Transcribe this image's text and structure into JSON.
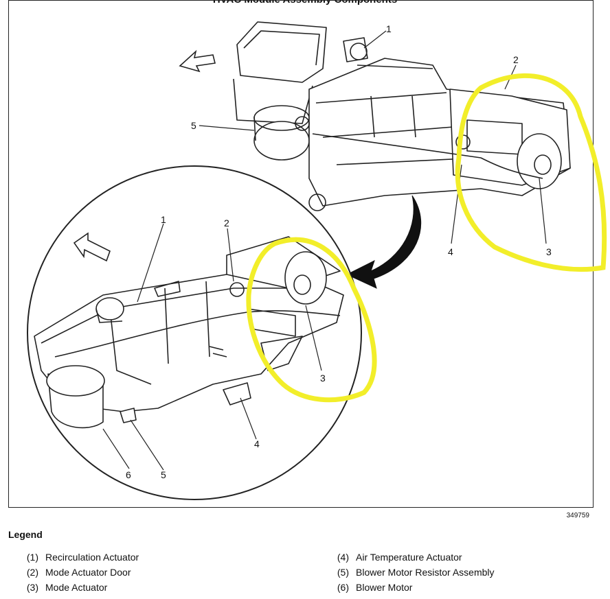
{
  "title": "HVAC Module Assembly Components",
  "figure_id": "349759",
  "colors": {
    "highlight": "#f2ee2a",
    "ink": "#111111"
  },
  "callouts": {
    "top": [
      "1",
      "2",
      "5",
      "4",
      "3"
    ],
    "detail": [
      "1",
      "2",
      "3",
      "4",
      "5",
      "6"
    ]
  },
  "legend": {
    "title": "Legend",
    "left": [
      {
        "num": "(1)",
        "label": "Recirculation Actuator"
      },
      {
        "num": "(2)",
        "label": "Mode Actuator Door"
      },
      {
        "num": "(3)",
        "label": "Mode Actuator"
      }
    ],
    "right": [
      {
        "num": "(4)",
        "label": "Air Temperature Actuator"
      },
      {
        "num": "(5)",
        "label": "Blower Motor Resistor Assembly"
      },
      {
        "num": "(6)",
        "label": "Blower Motor"
      }
    ]
  }
}
